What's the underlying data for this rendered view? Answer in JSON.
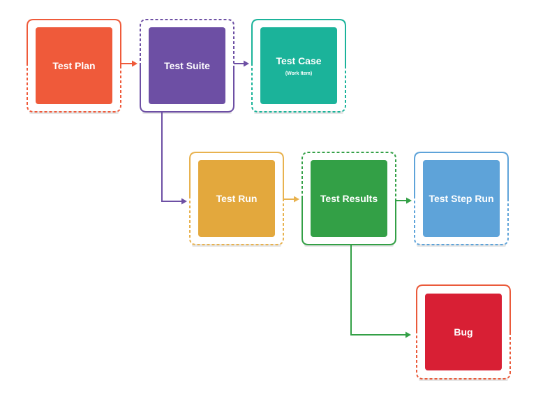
{
  "nodes": [
    {
      "key": "test_plan",
      "label": "Test Plan",
      "fill": "#ef5a3a",
      "frame": "#ef5a3a"
    },
    {
      "key": "test_suite",
      "label": "Test Suite",
      "fill": "#6d4fa4",
      "frame": "#6d4fa4"
    },
    {
      "key": "test_case",
      "label": "Test Case",
      "sublabel": "(Work Item)",
      "fill": "#1bb39a",
      "frame": "#1bb39a"
    },
    {
      "key": "test_run",
      "label": "Test Run",
      "fill": "#e3a83d",
      "frame": "#e8b24f"
    },
    {
      "key": "test_results",
      "label": "Test Results",
      "fill": "#33a046",
      "frame": "#33a046"
    },
    {
      "key": "test_step_run",
      "label": "Test Step Run",
      "fill": "#5ea3d9",
      "frame": "#5ea3d9"
    },
    {
      "key": "bug",
      "label": "Bug",
      "fill": "#d81f34",
      "frame": "#ea5a3a"
    }
  ],
  "connectors": [
    {
      "from": "Test Plan",
      "to": "Test Suite",
      "color": "#ef5a3a"
    },
    {
      "from": "Test Suite",
      "to": "Test Case",
      "color": "#6d4fa4"
    },
    {
      "from": "Test Suite",
      "to": "Test Run",
      "color": "#6d4fa4"
    },
    {
      "from": "Test Run",
      "to": "Test Results",
      "color": "#e8b24f"
    },
    {
      "from": "Test Results",
      "to": "Test Step Run",
      "color": "#33a046"
    },
    {
      "from": "Test Results",
      "to": "Bug",
      "color": "#33a046"
    }
  ]
}
